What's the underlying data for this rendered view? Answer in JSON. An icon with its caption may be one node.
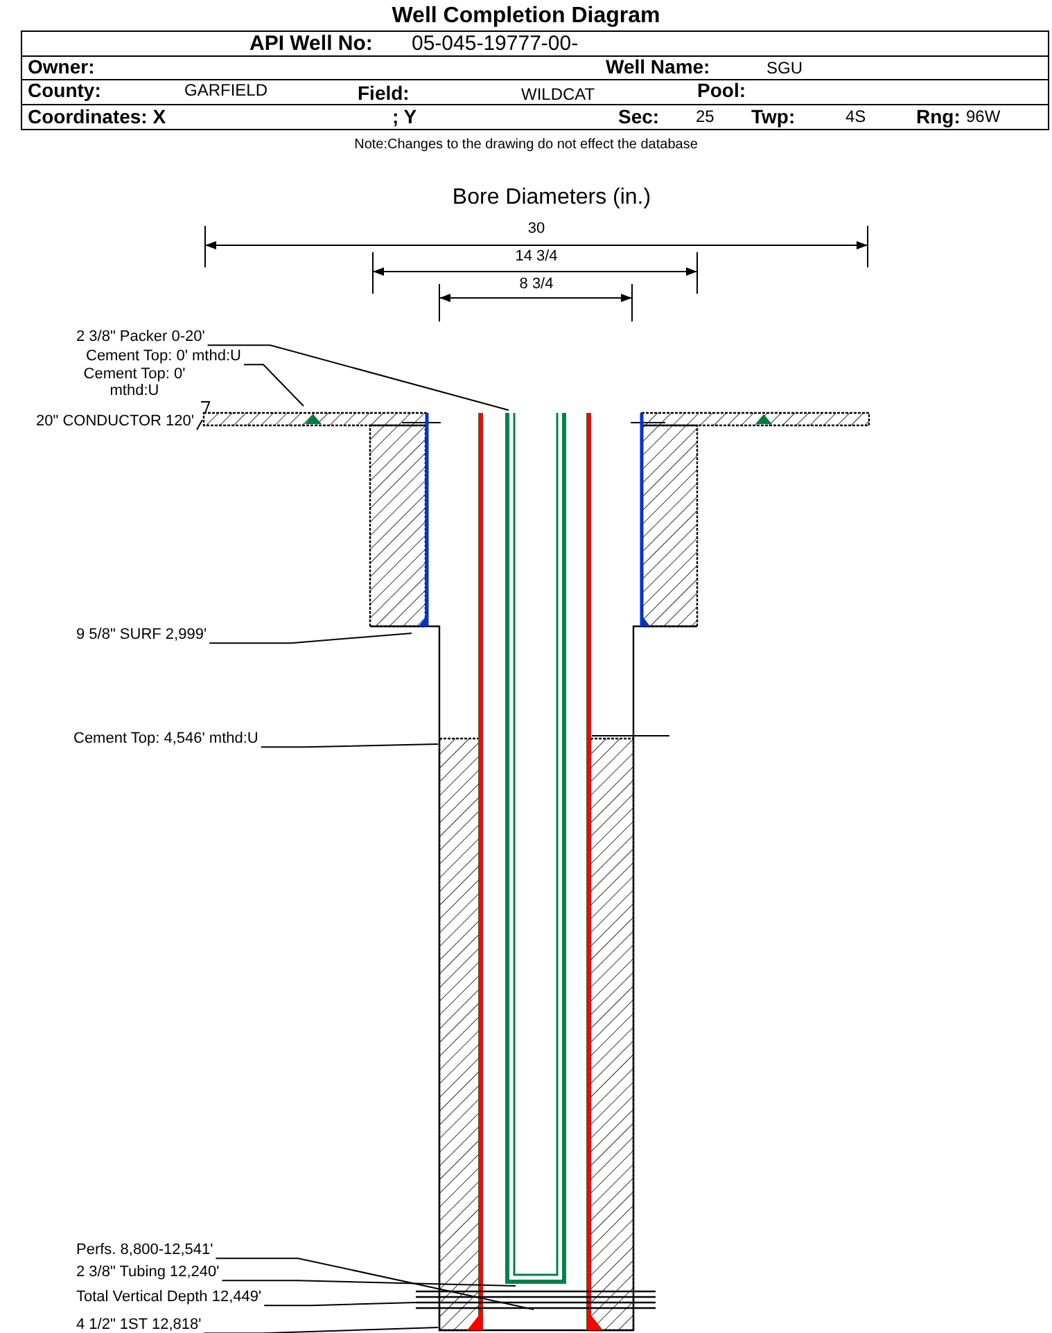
{
  "diagram": {
    "title": "Well Completion Diagram",
    "nodes": [
      {
        "text": [
          "2 3/8\" Packer 0-20'"
        ]
      },
      {
        "text": [
          "Cement Top: 0' mthd:U"
        ]
      },
      {
        "text": [
          "20\" CONDUCTOR 120'"
        ]
      },
      {
        "text": [
          "9 5/8\" SURF 2,999'"
        ]
      },
      {
        "text": [
          "Cement Top: 4,546' mthd:U"
        ]
      },
      {
        "text": [
          "Perfs. 8,800-12,541'"
        ]
      },
      {
        "text": [
          "2 3/8\" Tubing 12,240'"
        ]
      },
      {
        "text": [
          "Total Vertical Depth 12,449'"
        ]
      },
      {
        "text": [
          "4 1/2\" 1ST 12,818'"
        ]
      }
    ],
    "edges": [
      {
        "from": 0,
        "to": null,
        "arrow": "none"
      },
      {
        "from": 1,
        "to": null,
        "arrow": "none"
      },
      {
        "from": 2,
        "to": null,
        "arrow": "none"
      },
      {
        "from": 3,
        "to": null,
        "arrow": "none"
      },
      {
        "from": 4,
        "to": null,
        "arrow": "none"
      },
      {
        "from": 5,
        "to": null,
        "arrow": "none"
      },
      {
        "from": 6,
        "to": null,
        "arrow": "none"
      },
      {
        "from": 7,
        "to": null,
        "arrow": "none"
      },
      {
        "from": 8,
        "to": null,
        "arrow": "none"
      }
    ],
    "labels": [
      "API Well No:",
      "05-045-19777-00-",
      "Owner:",
      "Well Name:",
      "SGU",
      "County:",
      "GARFIELD",
      "Field:",
      "WILDCAT",
      "Pool:",
      "Coordinates: X",
      "; Y",
      "Sec:",
      "25",
      "Twp:",
      "4S",
      "Rng:",
      "96W",
      "Note:Changes to the drawing do not effect the database",
      "Bore Diameters (in.)",
      "30",
      "14 3/4",
      "8 3/4",
      "Cement Top: 0' mthd:U"
    ]
  }
}
